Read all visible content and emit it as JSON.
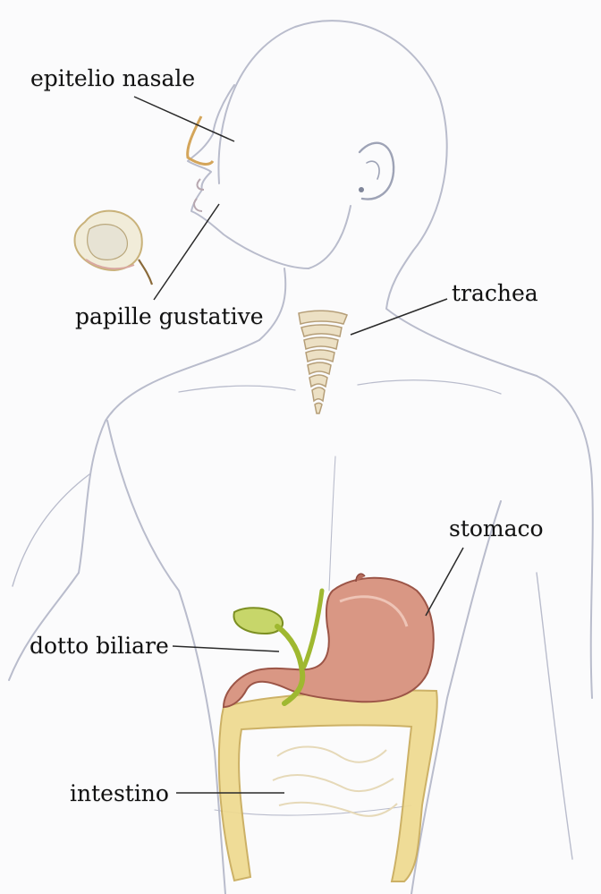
{
  "labels": {
    "epitelio_nasale": "epitelio nasale",
    "papille_gustative": "papille gustative",
    "trachea": "trachea",
    "stomaco": "stomaco",
    "dotto_biliare": "dotto biliare",
    "intestino": "intestino"
  },
  "colors": {
    "paper": "#fbfbfc",
    "outline": "#b8bccb",
    "stomach": "#d88f7c",
    "intestine": "#ecd27c",
    "bile": "#a9c43c",
    "trachea": "#e6d4ad"
  }
}
